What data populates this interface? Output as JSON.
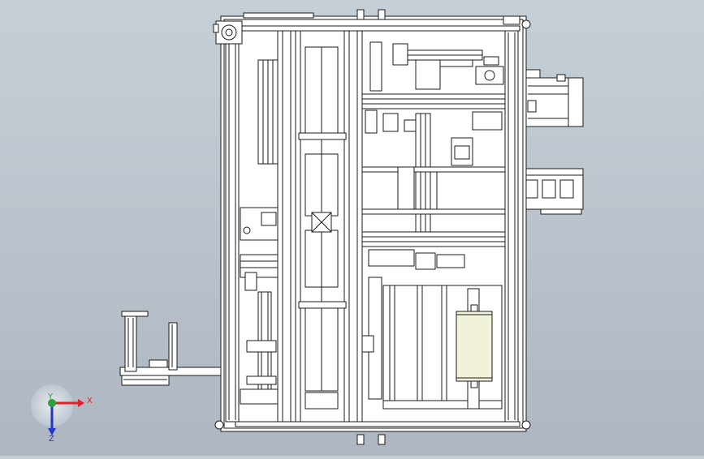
{
  "viewport": {
    "background_top": "#c7cfd6",
    "background_bottom": "#aeb7c2"
  },
  "model": {
    "line_color": "#1a1a1a",
    "fill_color": "#ffffff",
    "roll_fill": "#f2f2da",
    "description": ""
  },
  "triad": {
    "x_label": "X",
    "y_label": "Y",
    "z_label": "Z",
    "x_color": "#e0202a",
    "y_color": "#2ea03a",
    "z_color": "#2436c8"
  }
}
